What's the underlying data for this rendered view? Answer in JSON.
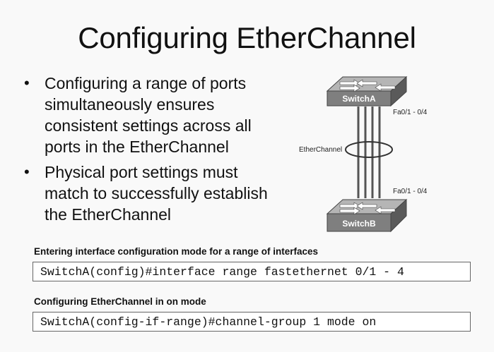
{
  "title": "Configuring EtherChannel",
  "bullets": [
    "Configuring a range of ports simultaneously ensures consistent settings across all ports in the EtherChannel",
    "Physical port settings must match to successfully establish the EtherChannel"
  ],
  "diagram": {
    "switch_a": "SwitchA",
    "switch_b": "SwitchB",
    "ports_a": "Fa0/1 - 0/4",
    "ports_b": "Fa0/1 - 0/4",
    "link_label": "EtherChannel"
  },
  "commands": [
    {
      "label": "Entering interface configuration mode for a range of interfaces",
      "code": "SwitchA(config)#interface range fastethernet 0/1 - 4"
    },
    {
      "label": "Configuring EtherChannel in on mode",
      "code": "SwitchA(config-if-range)#channel-group 1 mode on"
    }
  ]
}
